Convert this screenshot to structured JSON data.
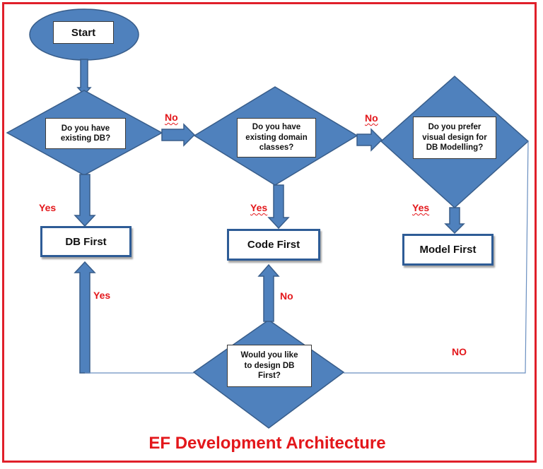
{
  "title": "EF Development Architecture",
  "colors": {
    "shape_fill": "#4f81bd",
    "shape_stroke": "#385d8a",
    "frame": "#e0202a",
    "label_red": "#e3171b"
  },
  "nodes": {
    "start": "Start",
    "decision_existing_db": "Do you have\nexisting DB?",
    "decision_domain_classes": "Do you have\nexisting domain\nclasses?",
    "decision_visual_design": "Do you prefer\nvisual design for\nDB Modelling?",
    "decision_design_db_first": "Would you like\nto design DB\nFirst?",
    "db_first": "DB First",
    "code_first": "Code First",
    "model_first": "Model First"
  },
  "edges": {
    "no_1": "No",
    "no_2": "No",
    "yes_db_first": "Yes",
    "yes_code_first": "Yes",
    "yes_model_first": "Yes",
    "yes_back_db_first": "Yes",
    "no_code_first": "No",
    "no_loop": "NO"
  }
}
